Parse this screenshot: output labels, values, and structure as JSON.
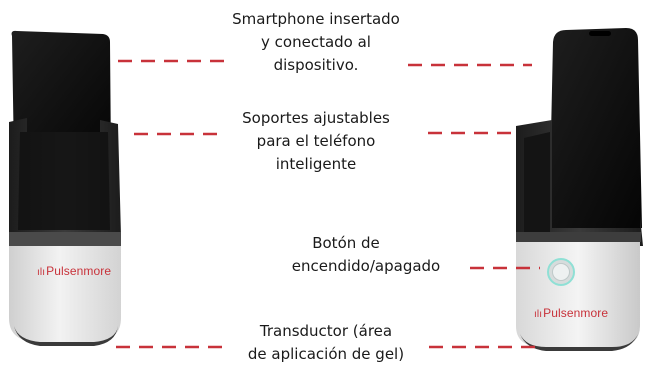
{
  "labels": {
    "smartphone_line1": "Smartphone insertado",
    "smartphone_line2": "y conectado al",
    "smartphone_line3": "dispositivo.",
    "supports_line1": "Soportes ajustables",
    "supports_line2": "para el teléfono",
    "supports_line3": "inteligente",
    "button_line1": "Botón de",
    "button_line2": "encendido/apagado",
    "transducer_line1": "Transductor (área",
    "transducer_line2": "de aplicación de gel)"
  },
  "brand": {
    "symbol": "ılı",
    "name": "Pulsenmore"
  },
  "colors": {
    "leader_line": "#c8323a",
    "device_body": "#e4e4e4",
    "holder": "#2a2a2a",
    "phone_screen": "#0c0c0c"
  }
}
